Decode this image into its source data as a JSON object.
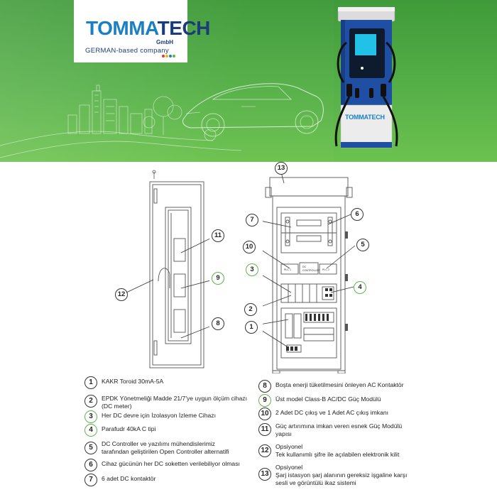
{
  "brand": {
    "name_part1": "TOMMA",
    "name_part2": "TECH",
    "suffix": "GmbH",
    "tagline": "GERMAN-based company",
    "charger_brand": "TOMMATECH"
  },
  "colors": {
    "banner_green": "#56b048",
    "brand_blue": "#1a7fc4",
    "brand_navy": "#1a3d7a",
    "charger_blue": "#1e4fa3",
    "accent_green": "#5cb84a"
  },
  "cabinet_labels": {
    "plc1": "PLC 1",
    "dc_controller_line1": "DC",
    "dc_controller_line2": "CONTROLLER",
    "plc2": "PLC 2"
  },
  "side_view_callouts": [
    "11",
    "9",
    "8",
    "12"
  ],
  "front_view_callouts": [
    "13",
    "7",
    "6",
    "10",
    "5",
    "3",
    "4",
    "2",
    "1"
  ],
  "legend_left": [
    {
      "num": "1",
      "lines": [
        "KAKR Toroid 30mA-5A"
      ]
    },
    {
      "num": "2",
      "lines": [
        "EPDK Yönetmeliği Madde 21/7'ye uygun ölçüm cihazı",
        "(DC meter)"
      ]
    },
    {
      "num": "3",
      "lines": [
        "Her DC devre için İzolasyon İzleme Cihazı"
      ]
    },
    {
      "num": "4",
      "lines": [
        "Parafudr 40kA C tipi"
      ]
    },
    {
      "num": "5",
      "lines": [
        "DC Controller ve yazılımı mühendislerimiz",
        "tarafından geliştirilen Open Controller alternatifi"
      ]
    },
    {
      "num": "6",
      "lines": [
        "Cihaz gücünün her DC soketten verilebiliyor olması"
      ]
    },
    {
      "num": "7",
      "lines": [
        "6 adet DC kontaktör"
      ]
    }
  ],
  "legend_right": [
    {
      "num": "8",
      "lines": [
        "Boşta enerji tüketilmesini önleyen AC Kontaktör"
      ]
    },
    {
      "num": "9",
      "lines": [
        "Üst model Class-B AC/DC Güç Modülü"
      ]
    },
    {
      "num": "10",
      "lines": [
        "2 Adet DC çıkış ve 1 Adet AC çıkış imkanı"
      ]
    },
    {
      "num": "11",
      "lines": [
        "Güç artırımına imkan veren esnek Güç Modülü",
        "yapısı"
      ]
    },
    {
      "num": "12",
      "lines": [
        "Opsiyonel",
        "Tek kullanımlı şifre ile açılabilen elektronik kilit"
      ]
    },
    {
      "num": "13",
      "lines": [
        "Opsiyonel",
        "Şarj istasyon şarj alanının gereksiz işgaline karşı",
        "sesli ve görüntülü ikaz sistemi"
      ]
    }
  ]
}
